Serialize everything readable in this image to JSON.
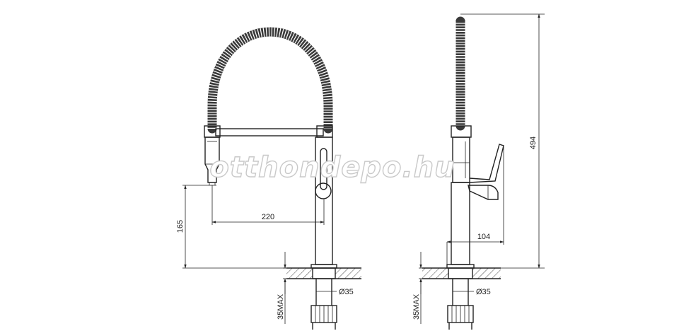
{
  "watermark": "otthondepo.hu",
  "front_view": {
    "dim_reach": "220",
    "dim_spray_height": "165",
    "dim_hole": "Ø35",
    "dim_deck_max": "35MAX"
  },
  "side_view": {
    "dim_total_height": "494",
    "dim_lever_offset": "104",
    "dim_hole": "Ø35",
    "dim_deck_max": "35MAX"
  }
}
